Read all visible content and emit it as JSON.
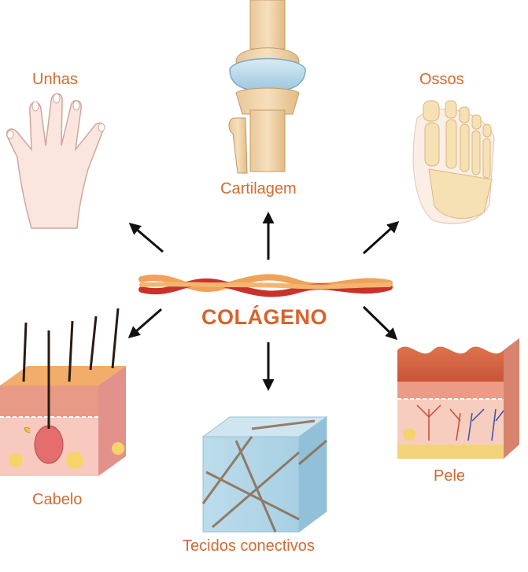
{
  "center": {
    "label": "COLÁGENO"
  },
  "items": {
    "nails": "Unhas",
    "cartilage": "Cartilagem",
    "bones": "Ossos",
    "hair": "Cabelo",
    "connective": "Tecidos conectivos",
    "skin": "Pele"
  },
  "colors": {
    "label": "#d46a2f",
    "arrow": "#111111",
    "collagen_orange": "#f0a15a",
    "collagen_red": "#c8322a"
  },
  "icons": [
    "hand-icon",
    "knee-joint-icon",
    "foot-bones-icon",
    "hair-follicle-icon",
    "connective-tissue-cube-icon",
    "skin-layers-icon",
    "collagen-fiber-icon"
  ]
}
